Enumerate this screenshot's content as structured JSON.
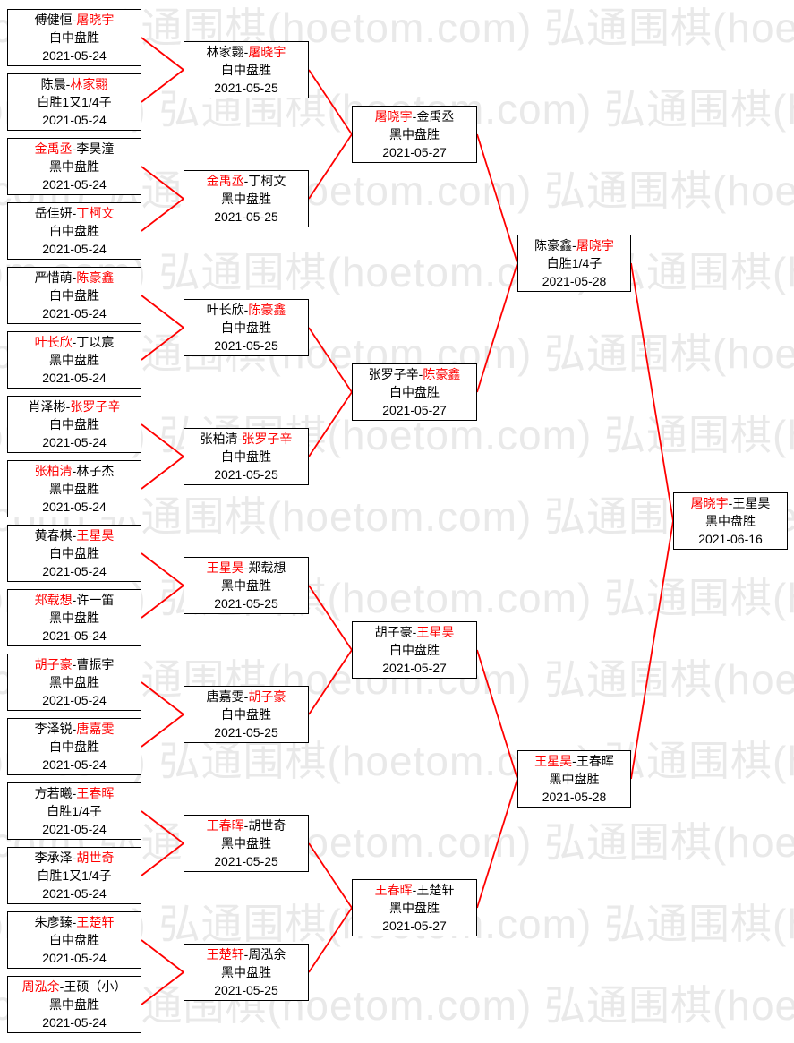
{
  "page": {
    "watermark": "弘通围棋(hoetom.com)"
  },
  "colors": {
    "winner": "#ff0000",
    "loser": "#000000",
    "connector": "#ff0000",
    "box_border": "#000000",
    "watermark": "#e9e9e9",
    "background": "#ffffff"
  },
  "bracket": {
    "rounds": [
      {
        "matches": [
          {
            "p1": "傅健恒",
            "p2": "屠晓宇",
            "winner": "p2",
            "result": "白中盘胜",
            "date": "2021-05-24"
          },
          {
            "p1": "陈晨",
            "p2": "林家翾",
            "winner": "p2",
            "result": "白胜1又1/4子",
            "date": "2021-05-24"
          },
          {
            "p1": "金禹丞",
            "p2": "李昊潼",
            "winner": "p1",
            "result": "黑中盘胜",
            "date": "2021-05-24"
          },
          {
            "p1": "岳佳妍",
            "p2": "丁柯文",
            "winner": "p2",
            "result": "白中盘胜",
            "date": "2021-05-24"
          },
          {
            "p1": "严惜萌",
            "p2": "陈豪鑫",
            "winner": "p2",
            "result": "白中盘胜",
            "date": "2021-05-24"
          },
          {
            "p1": "叶长欣",
            "p2": "丁以宸",
            "winner": "p1",
            "result": "黑中盘胜",
            "date": "2021-05-24"
          },
          {
            "p1": "肖泽彬",
            "p2": "张罗子辛",
            "winner": "p2",
            "result": "白中盘胜",
            "date": "2021-05-24"
          },
          {
            "p1": "张柏清",
            "p2": "林子杰",
            "winner": "p1",
            "result": "黑中盘胜",
            "date": "2021-05-24"
          },
          {
            "p1": "黄春棋",
            "p2": "王星昊",
            "winner": "p2",
            "result": "白中盘胜",
            "date": "2021-05-24"
          },
          {
            "p1": "郑载想",
            "p2": "许一笛",
            "winner": "p1",
            "result": "黑中盘胜",
            "date": "2021-05-24"
          },
          {
            "p1": "胡子豪",
            "p2": "曹振宇",
            "winner": "p1",
            "result": "黑中盘胜",
            "date": "2021-05-24"
          },
          {
            "p1": "李泽锐",
            "p2": "唐嘉雯",
            "winner": "p2",
            "result": "白中盘胜",
            "date": "2021-05-24"
          },
          {
            "p1": "方若曦",
            "p2": "王春晖",
            "winner": "p2",
            "result": "白胜1/4子",
            "date": "2021-05-24"
          },
          {
            "p1": "李承泽",
            "p2": "胡世奇",
            "winner": "p2",
            "result": "白胜1又1/4子",
            "date": "2021-05-24"
          },
          {
            "p1": "朱彦臻",
            "p2": "王楚轩",
            "winner": "p2",
            "result": "白中盘胜",
            "date": "2021-05-24"
          },
          {
            "p1": "周泓余",
            "p2": "王硕（小）",
            "winner": "p1",
            "result": "黑中盘胜",
            "date": "2021-05-24"
          }
        ]
      },
      {
        "matches": [
          {
            "p1": "林家翾",
            "p2": "屠晓宇",
            "winner": "p2",
            "result": "白中盘胜",
            "date": "2021-05-25"
          },
          {
            "p1": "金禹丞",
            "p2": "丁柯文",
            "winner": "p1",
            "result": "黑中盘胜",
            "date": "2021-05-25"
          },
          {
            "p1": "叶长欣",
            "p2": "陈豪鑫",
            "winner": "p2",
            "result": "白中盘胜",
            "date": "2021-05-25"
          },
          {
            "p1": "张柏清",
            "p2": "张罗子辛",
            "winner": "p2",
            "result": "白中盘胜",
            "date": "2021-05-25"
          },
          {
            "p1": "王星昊",
            "p2": "郑载想",
            "winner": "p1",
            "result": "黑中盘胜",
            "date": "2021-05-25"
          },
          {
            "p1": "唐嘉雯",
            "p2": "胡子豪",
            "winner": "p2",
            "result": "白中盘胜",
            "date": "2021-05-25"
          },
          {
            "p1": "王春晖",
            "p2": "胡世奇",
            "winner": "p1",
            "result": "黑中盘胜",
            "date": "2021-05-25"
          },
          {
            "p1": "王楚轩",
            "p2": "周泓余",
            "winner": "p1",
            "result": "黑中盘胜",
            "date": "2021-05-25"
          }
        ]
      },
      {
        "matches": [
          {
            "p1": "屠晓宇",
            "p2": "金禹丞",
            "winner": "p1",
            "result": "黑中盘胜",
            "date": "2021-05-27"
          },
          {
            "p1": "张罗子辛",
            "p2": "陈豪鑫",
            "winner": "p2",
            "result": "白中盘胜",
            "date": "2021-05-27"
          },
          {
            "p1": "胡子豪",
            "p2": "王星昊",
            "winner": "p2",
            "result": "白中盘胜",
            "date": "2021-05-27"
          },
          {
            "p1": "王春晖",
            "p2": "王楚轩",
            "winner": "p1",
            "result": "黑中盘胜",
            "date": "2021-05-27"
          }
        ]
      },
      {
        "matches": [
          {
            "p1": "陈豪鑫",
            "p2": "屠晓宇",
            "winner": "p2",
            "result": "白胜1/4子",
            "date": "2021-05-28"
          },
          {
            "p1": "王星昊",
            "p2": "王春晖",
            "winner": "p1",
            "result": "黑中盘胜",
            "date": "2021-05-28"
          }
        ]
      },
      {
        "matches": [
          {
            "p1": "屠晓宇",
            "p2": "王星昊",
            "winner": "p1",
            "result": "黑中盘胜",
            "date": "2021-06-16"
          }
        ]
      }
    ]
  }
}
